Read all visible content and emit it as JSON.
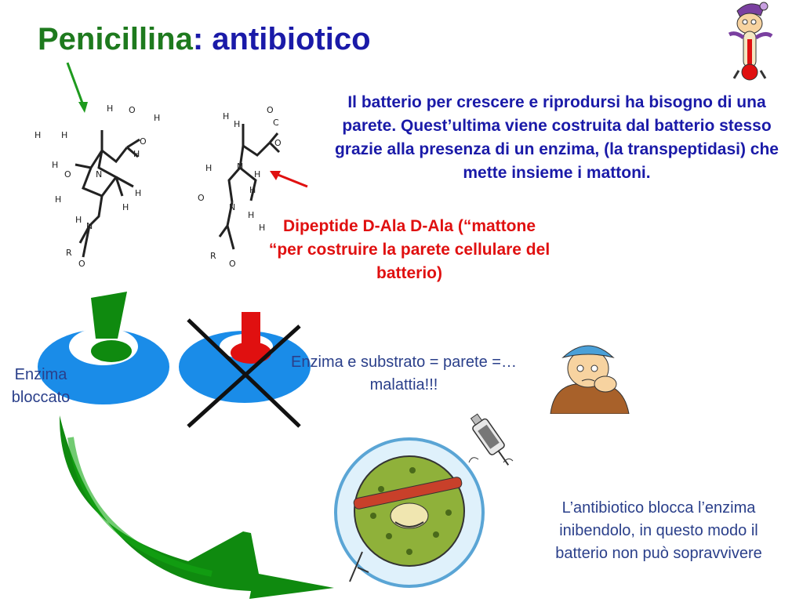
{
  "title": {
    "part1": "Penicillina",
    "part2": ": antibiotico"
  },
  "intro_text": "Il batterio per crescere e riprodursi ha bisogno di una parete. Quest’ultima viene costruita dal batterio stesso grazie alla presenza di un enzima, (la transpeptidasi) che mette insieme i mattoni.",
  "dipeptide_text": "Dipeptide D-Ala D-Ala (“mattone “per costruire la parete cellulare del batterio)",
  "enzyme_blocked_text": "Enzima bloccato",
  "enzyme_substrate_text": "Enzima e substrato = parete =…malattia!!!",
  "conclusion_text": "L’antibiotico blocca l’enzima inibendolo, in questo modo il batterio non può sopravvivere",
  "icons": [
    "thermometer-cartoon-icon",
    "sick-person-cartoon-icon",
    "bacterium-cartoon-icon",
    "syringe-cartoon-icon"
  ],
  "colors": {
    "title_green": "#1e7a1e",
    "title_blue": "#1a1aa8",
    "text_blue": "#2a3f8a",
    "highlight_red": "#e01010",
    "enzyme_blue": "#1a8ce8",
    "arrow_green": "#0f8a0f"
  }
}
